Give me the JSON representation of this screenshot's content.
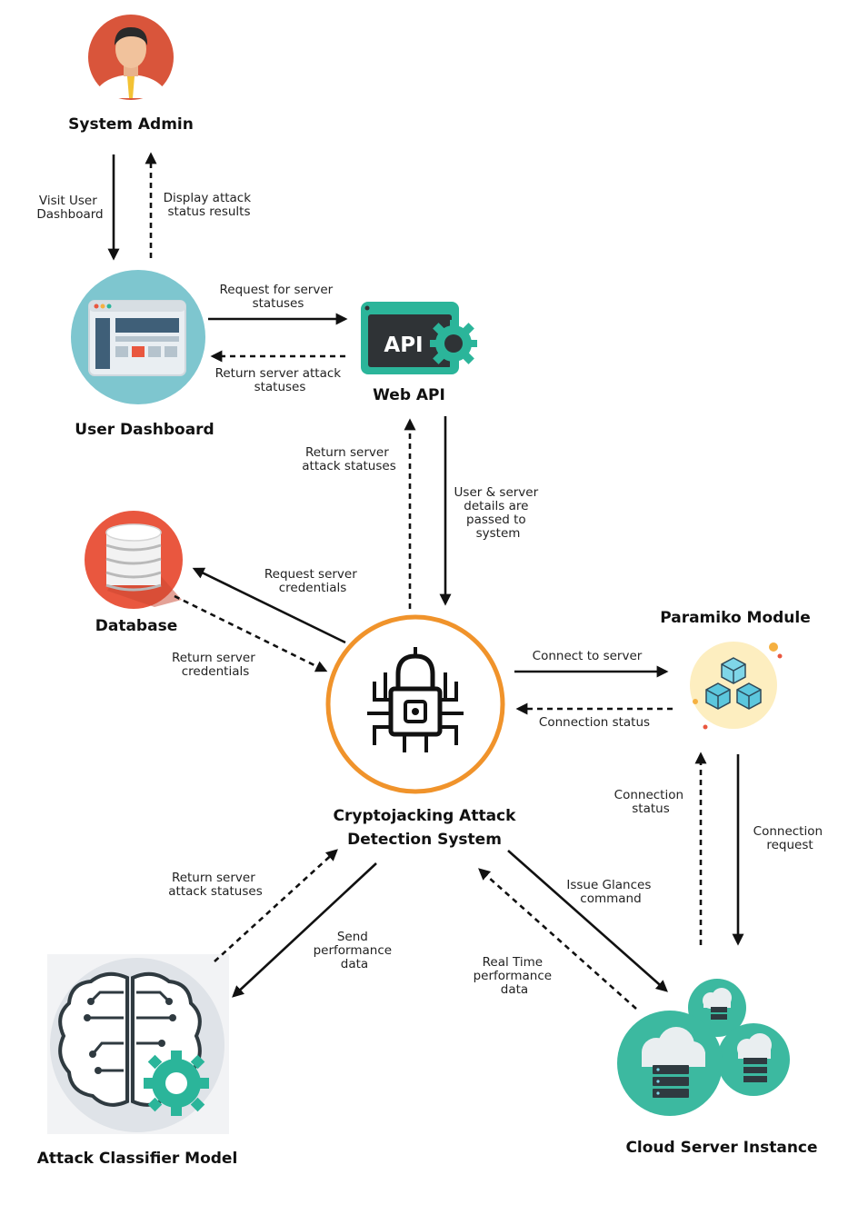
{
  "nodes": {
    "system_admin": "System Admin",
    "user_dashboard": "User Dashboard",
    "web_api": "Web API",
    "api_icon_text": "API",
    "database": "Database",
    "cryptojacking_system": [
      "Cryptojacking Attack",
      "Detection System"
    ],
    "paramiko_module": "Paramiko Module",
    "attack_classifier": "Attack Classifier Model",
    "cloud_server": "Cloud Server Instance"
  },
  "edges": {
    "visit_user_dashboard": [
      "Visit User",
      "Dashboard"
    ],
    "display_attack_status": [
      "Display attack",
      "status results"
    ],
    "request_server_statuses": [
      "Request for server",
      "statuses"
    ],
    "return_server_attack_statuses_api": [
      "Return server attack",
      "statuses"
    ],
    "return_server_attack_statuses_system": [
      "Return server",
      "attack statuses"
    ],
    "user_server_details": [
      "User & server",
      "details are",
      "passed to",
      "system"
    ],
    "request_server_credentials": [
      "Request server",
      "credentials"
    ],
    "return_server_credentials": [
      "Return server",
      "credentials"
    ],
    "connect_to_server": "Connect to server",
    "connection_status_back": "Connection status",
    "connection_status_up": [
      "Connection",
      "status"
    ],
    "connection_request": [
      "Connection",
      "request"
    ],
    "return_server_attack_statuses_model": [
      "Return server",
      "attack statuses"
    ],
    "send_performance_data": [
      "Send",
      "performance",
      "data"
    ],
    "issue_glances_command": [
      "Issue Glances",
      "command"
    ],
    "real_time_performance_data": [
      "Real Time",
      "performance",
      "data"
    ]
  },
  "colors": {
    "accent_orange": "#f0932b",
    "teal": "#2bb59a",
    "dashboard_circle": "#7ec6cf",
    "database_circle": "#e9573f",
    "cloud_teal": "#3cb9a0",
    "paramiko_circle": "#fdeec0"
  }
}
